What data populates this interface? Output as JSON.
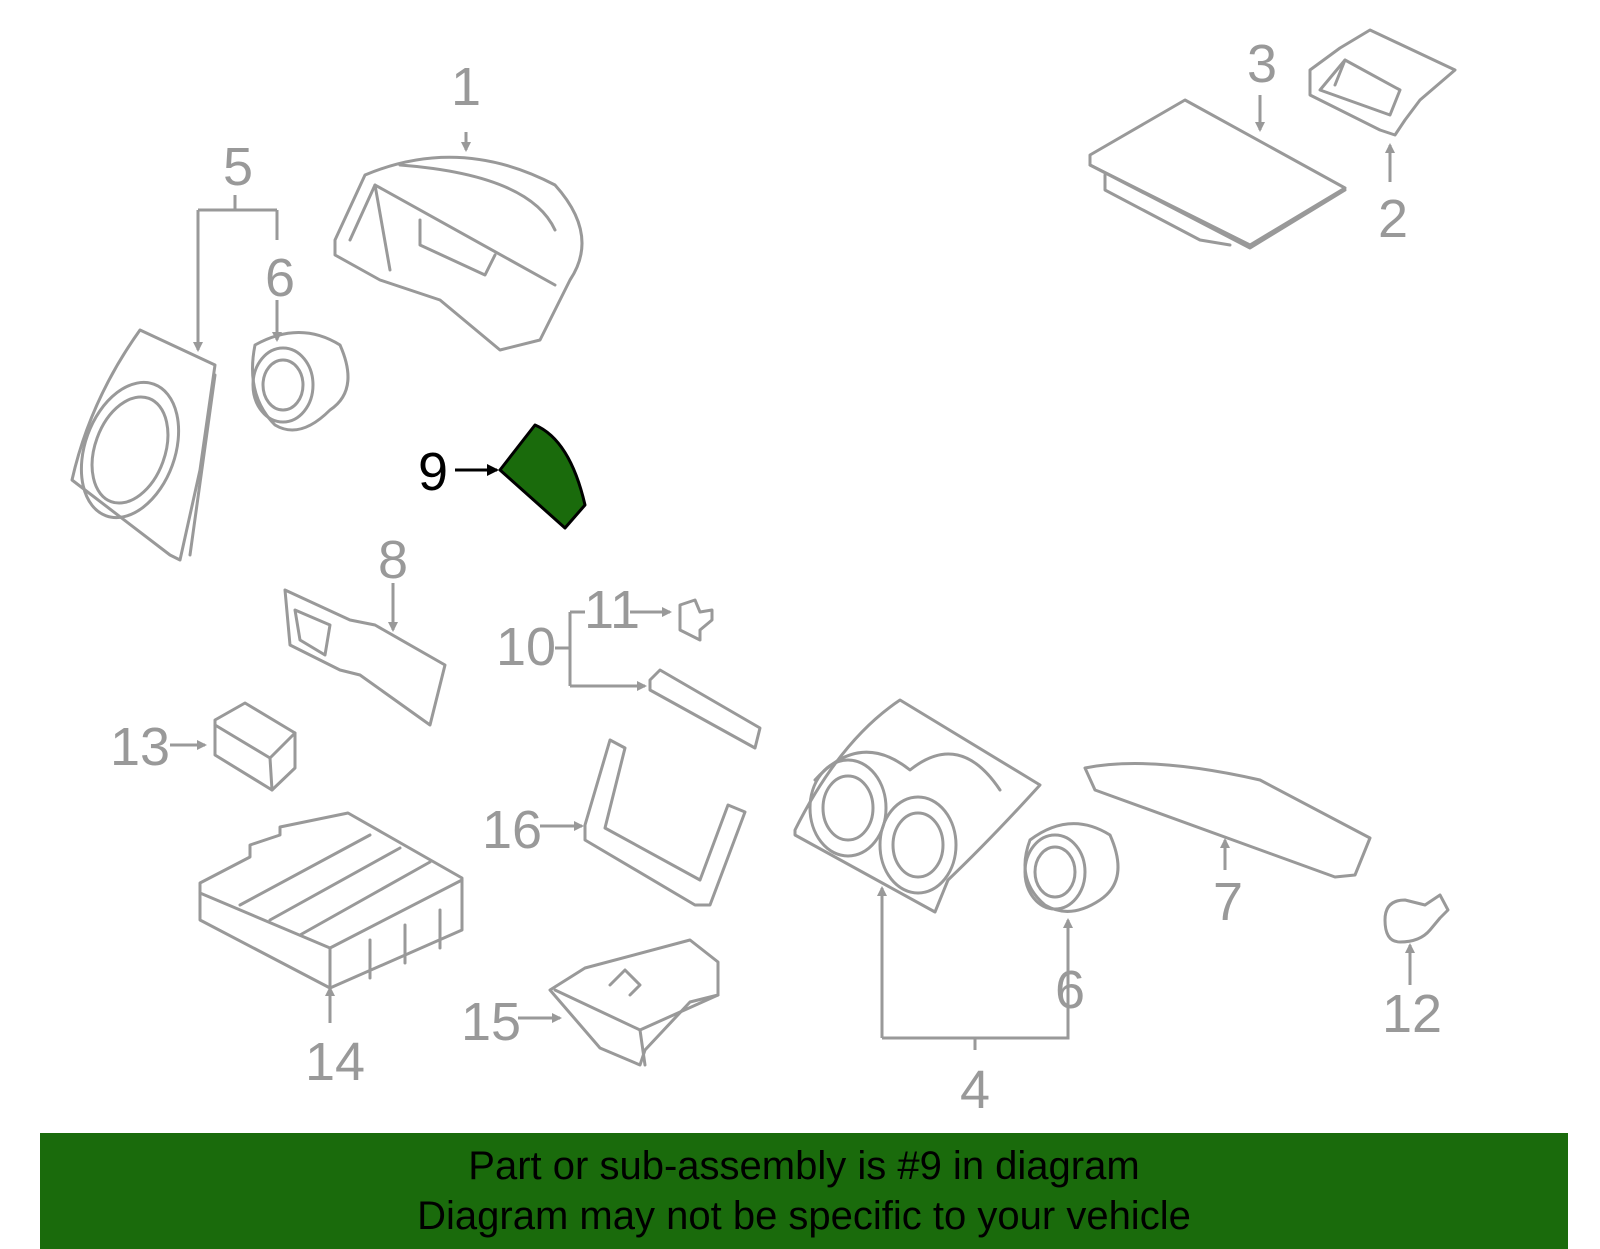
{
  "diagram": {
    "highlighted_part": "9",
    "highlight_color": "#1a6b0c",
    "line_color": "#999999",
    "labels": {
      "p1": "1",
      "p2": "2",
      "p3": "3",
      "p4": "4",
      "p5": "5",
      "p6a": "6",
      "p6b": "6",
      "p7": "7",
      "p8": "8",
      "p9": "9",
      "p10": "10",
      "p11": "11",
      "p12": "12",
      "p13": "13",
      "p14": "14",
      "p15": "15",
      "p16": "16"
    }
  },
  "banner": {
    "line1": "Part or sub-assembly is #9 in diagram",
    "line2": "Diagram may not be specific to your vehicle",
    "background": "#1a6b0c"
  }
}
